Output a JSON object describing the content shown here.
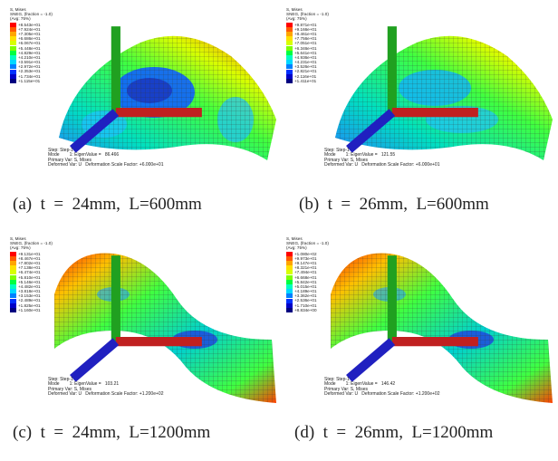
{
  "legend": {
    "var": "S, Mises",
    "opt": "SNEG, (fraction = -1.0)",
    "avg": "(Avg: 75%)",
    "colors": [
      "#ff0000",
      "#ff5a00",
      "#ffa500",
      "#ffe000",
      "#d8ff00",
      "#7fff00",
      "#00ff40",
      "#00ffc0",
      "#00d8ff",
      "#0080ff",
      "#0030ff",
      "#0000c8",
      "#000080"
    ]
  },
  "panels": [
    {
      "caption": "(a)  t  =  24mm,  L=600mm",
      "values": [
        "+8.543e+01",
        "+7.924e+01",
        "+7.305e+01",
        "+6.686e+01",
        "+6.067e+01",
        "+5.448e+01",
        "+4.829e+01",
        "+4.210e+01",
        "+3.591e+01",
        "+2.972e+01",
        "+2.353e+01",
        "+1.734e+01",
        "+1.115e+01"
      ],
      "step": "Step: Step-1",
      "mode": "Mode        1: EigenValue =   86.466",
      "primary": "Primary Var: S, Mises",
      "deformed": "Deformed Var: U   Deformation Scale Factor: +6.000e+01"
    },
    {
      "caption": "(b)  t  =  26mm,  L=600mm",
      "values": [
        "+9.871e+01",
        "+9.166e+01",
        "+8.461e+01",
        "+7.756e+01",
        "+7.051e+01",
        "+6.346e+01",
        "+5.641e+01",
        "+4.936e+01",
        "+4.231e+01",
        "+3.526e+01",
        "+2.821e+01",
        "+2.116e+01",
        "+1.411e+01"
      ],
      "step": "Step: Step-1",
      "mode": "Mode        1: EigenValue =   121.55",
      "primary": "Primary Var: S, Mises",
      "deformed": "Deformed Var: U   Deformation Scale Factor: +6.000e+01"
    },
    {
      "caption": "(c)  t  =  24mm,  L=1200mm",
      "values": [
        "+9.131e+01",
        "+8.467e+01",
        "+7.802e+01",
        "+7.138e+01",
        "+6.474e+01",
        "+5.810e+01",
        "+5.146e+01",
        "+4.482e+01",
        "+3.818e+01",
        "+3.153e+01",
        "+2.489e+01",
        "+1.825e+01",
        "+1.160e+01"
      ],
      "step": "Step: Step-1",
      "mode": "Mode        1: EigenValue =   103.21",
      "primary": "Primary Var: S, Mises",
      "deformed": "Deformed Var: U   Deformation Scale Factor: +1.200e+02"
    },
    {
      "caption": "(d)  t  =  26mm,  L=1200mm",
      "values": [
        "+1.080e+02",
        "+9.973e+01",
        "+9.147e+01",
        "+8.321e+01",
        "+7.494e+01",
        "+6.668e+01",
        "+5.842e+01",
        "+5.015e+01",
        "+4.189e+01",
        "+3.362e+01",
        "+2.536e+01",
        "+1.710e+01",
        "+8.834e+00"
      ],
      "step": "Step: Step-1",
      "mode": "Mode        1: EigenValue =   146.42",
      "primary": "Primary Var: S, Mises",
      "deformed": "Deformed Var: U   Deformation Scale Factor: +1.200e+02"
    }
  ]
}
